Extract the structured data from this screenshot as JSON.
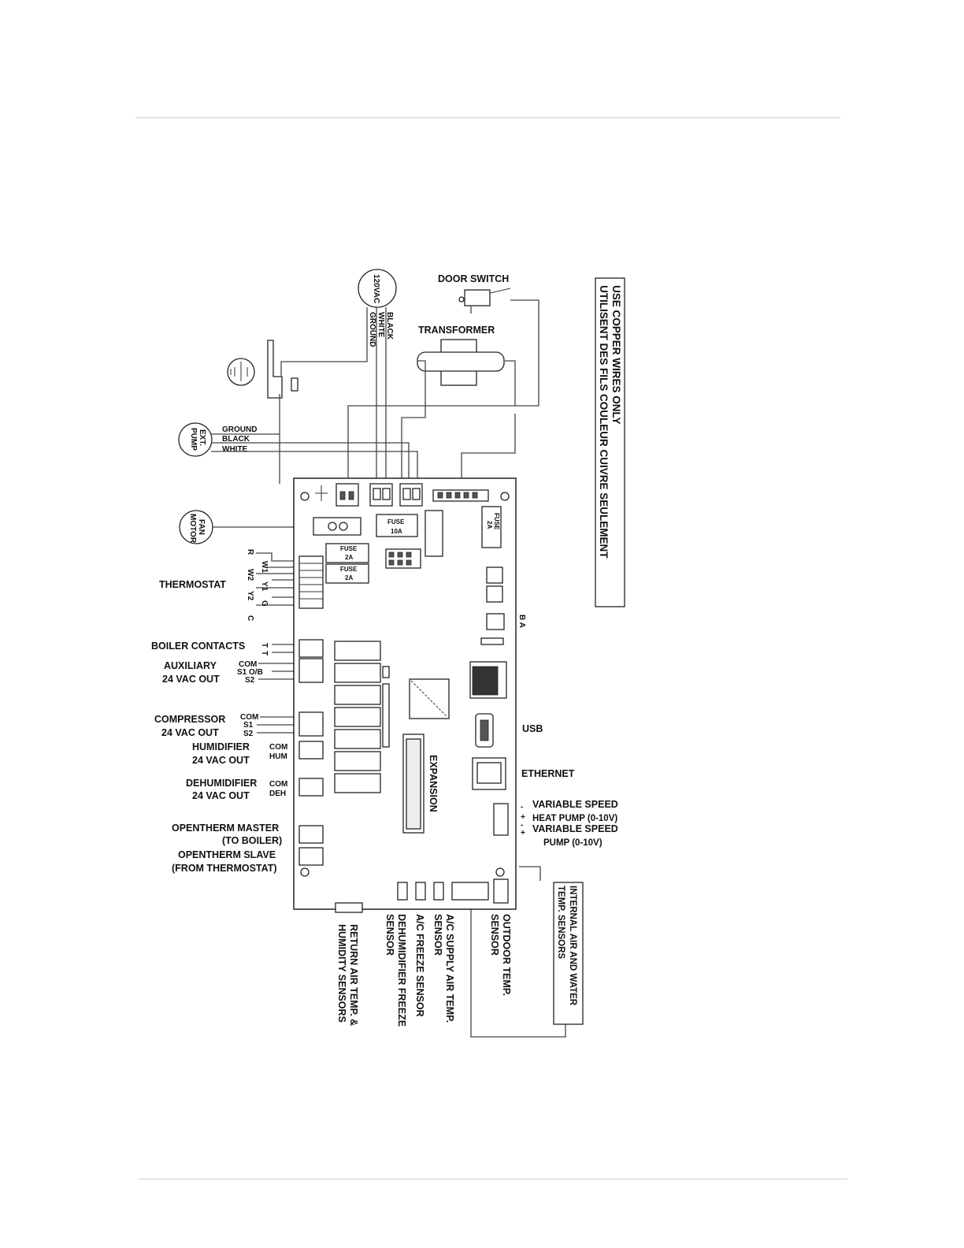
{
  "notice": {
    "line1": "USE COPPER WIRES ONLY",
    "line2": "UTILISENT DES FILS COULEUR CUIVRE SEULEMENT"
  },
  "power": {
    "source": "120VAC",
    "wires": [
      "BLACK",
      "WHITE",
      "GROUND"
    ]
  },
  "door_switch": "DOOR SWITCH",
  "transformer": "TRANSFORMER",
  "ext_pump": {
    "line1": "EXT.",
    "line2": "PUMP",
    "wires": [
      "GROUND",
      "BLACK",
      "WHITE"
    ]
  },
  "fan_motor": {
    "line1": "FAN",
    "line2": "MOTOR"
  },
  "fuses": {
    "main": [
      "FUSE",
      "10A"
    ],
    "f1": [
      "FUSE",
      "2A"
    ],
    "f2": [
      "FUSE",
      "2A"
    ],
    "side": [
      "FUSE",
      "2A"
    ]
  },
  "thermostat": {
    "label": "THERMOSTAT",
    "terminals": [
      "R",
      "W1",
      "W2",
      "Y1",
      "Y2",
      "G",
      "C"
    ]
  },
  "boiler": {
    "label": "BOILER CONTACTS",
    "terminals": [
      "T",
      "T"
    ]
  },
  "auxiliary": {
    "line1": "AUXILIARY",
    "line2": "24 VAC OUT",
    "terminals": [
      "COM",
      "S1 O/B",
      "S2"
    ]
  },
  "compressor": {
    "line1": "COMPRESSOR",
    "line2": "24 VAC OUT",
    "terminals": [
      "COM",
      "S1",
      "S2"
    ]
  },
  "humidifier": {
    "line1": "HUMIDIFIER",
    "line2": "24 VAC OUT",
    "terminals": [
      "COM",
      "HUM"
    ]
  },
  "dehumidifier": {
    "line1": "DEHUMIDIFIER",
    "line2": "24 VAC OUT",
    "terminals": [
      "COM",
      "DEH"
    ]
  },
  "opentherm": {
    "master1": "OPENTHERM MASTER",
    "master2": "(TO BOILER)",
    "slave1": "OPENTHERM SLAVE",
    "slave2": "(FROM THERMOSTAT)"
  },
  "expansion": "EXPANSION",
  "ba": "B A",
  "usb": "USB",
  "ethernet": "ETHERNET",
  "variable_speed": {
    "hp1": "VARIABLE SPEED",
    "hp2": "HEAT PUMP (0-10V)",
    "p1": "VARIABLE SPEED",
    "p2": "PUMP (0-10V)",
    "signs": [
      "-",
      "+",
      "-",
      "+"
    ]
  },
  "sensors": {
    "return1": "RETURN AIR TEMP. &",
    "return2": "HUMIDITY SENSORS",
    "dehum1": "DEHUMIDIFIER FREEZE",
    "dehum2": "SENSOR",
    "acfreeze": "A/C FREEZE SENSOR",
    "acsupply1": "A/C SUPPLY AIR TEMP.",
    "acsupply2": "SENSOR",
    "outdoor1": "OUTDOOR TEMP.",
    "outdoor2": "SENSOR",
    "internal1": "INTERNAL AIR AND WATER",
    "internal2": "TEMP. SENSORS"
  }
}
